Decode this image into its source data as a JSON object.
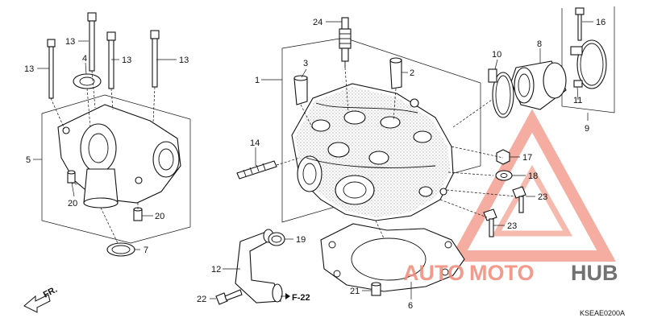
{
  "callouts": {
    "c1": "1",
    "c2": "2",
    "c3": "3",
    "c4": "4",
    "c5": "5",
    "c6": "6",
    "c7": "7",
    "c8": "8",
    "c9": "9",
    "c10": "10",
    "c11": "11",
    "c12": "12",
    "c13a": "13",
    "c13b": "13",
    "c13c": "13",
    "c13d": "13",
    "c14": "14",
    "c16": "16",
    "c17": "17",
    "c18": "18",
    "c19": "19",
    "c20a": "20",
    "c20b": "20",
    "c21": "21",
    "c22": "22",
    "c23a": "23",
    "c23b": "23",
    "c24": "24"
  },
  "ref_f22": "F-22",
  "direction_label": "FR.",
  "diagram_code": "KSEAE0200A",
  "watermark": {
    "text_auto": "AUTO",
    "text_moto": "MOTO",
    "text_hub": "HUB",
    "accent_color": "#f08a78",
    "dark_color": "#5a5a5a"
  }
}
